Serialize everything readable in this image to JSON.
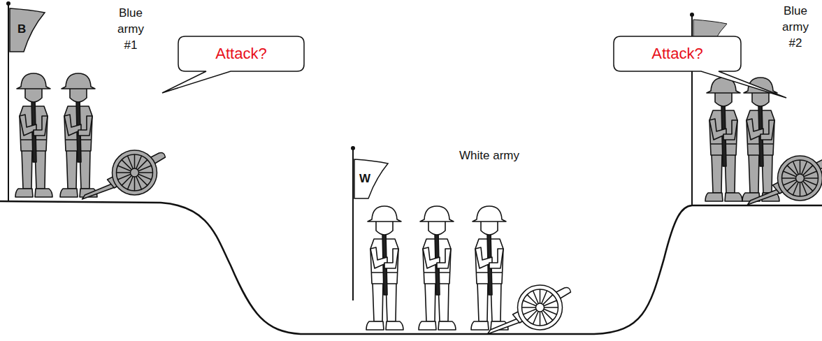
{
  "diagram": {
    "nodes": [
      {
        "text": [
          "B"
        ]
      },
      {
        "text": [
          "Attack?"
        ]
      },
      {
        "text": [
          "Attack?"
        ]
      },
      {
        "text": [
          "W"
        ]
      }
    ],
    "labels": [
      "Blue army #1",
      "Blue army #2",
      "White army"
    ]
  }
}
